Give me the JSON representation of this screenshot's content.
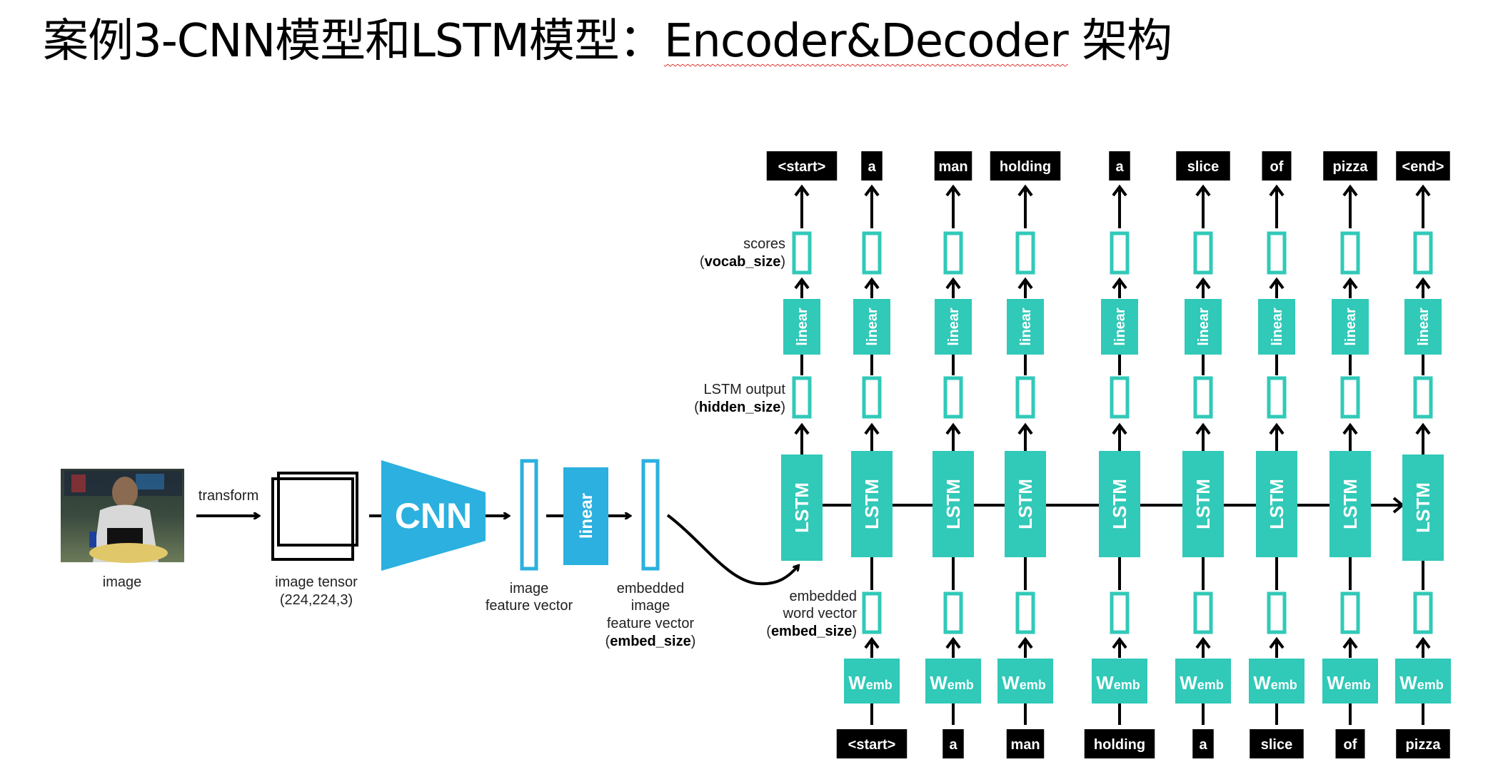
{
  "title": {
    "prefix": "案例3-CNN模型和LSTM模型：",
    "squiggled": "Encoder&Decoder",
    "suffix": " 架构"
  },
  "colors": {
    "cnn_blue": "#2bb0df",
    "lstm_teal": "#31c9b8",
    "word_box": "#000000",
    "spellcheck_red": "#e0302a"
  },
  "encoder": {
    "image_label": "image",
    "transform_label": "transform",
    "tensor_label": "image tensor",
    "tensor_shape": "(224,224,3)",
    "cnn_label": "CNN",
    "feature_label_1": "image",
    "feature_label_2": "feature vector",
    "linear_label": "linear",
    "embedded_label_1": "embedded",
    "embedded_label_2": "image",
    "embedded_label_3": "feature vector",
    "embedded_size_open": "(",
    "embedded_size": "embed_size",
    "embedded_size_close": ")"
  },
  "decoder": {
    "scores_label": "scores",
    "scores_size": "vocab_size",
    "lstm_output_label": "LSTM output",
    "lstm_output_size": "hidden_size",
    "embedded_word_label_1": "embedded",
    "embedded_word_label_2": "word vector",
    "embedded_word_size": "embed_size",
    "paren_open": "(",
    "paren_close": ")",
    "lstm_label": "LSTM",
    "linear_label": "linear",
    "wemb_main": "W",
    "wemb_sub": "emb",
    "output_words": [
      "<start>",
      "a",
      "man",
      "holding",
      "a",
      "slice",
      "of",
      "pizza",
      "<end>"
    ],
    "input_words": [
      "<start>",
      "a",
      "man",
      "holding",
      "a",
      "slice",
      "of",
      "pizza"
    ]
  }
}
